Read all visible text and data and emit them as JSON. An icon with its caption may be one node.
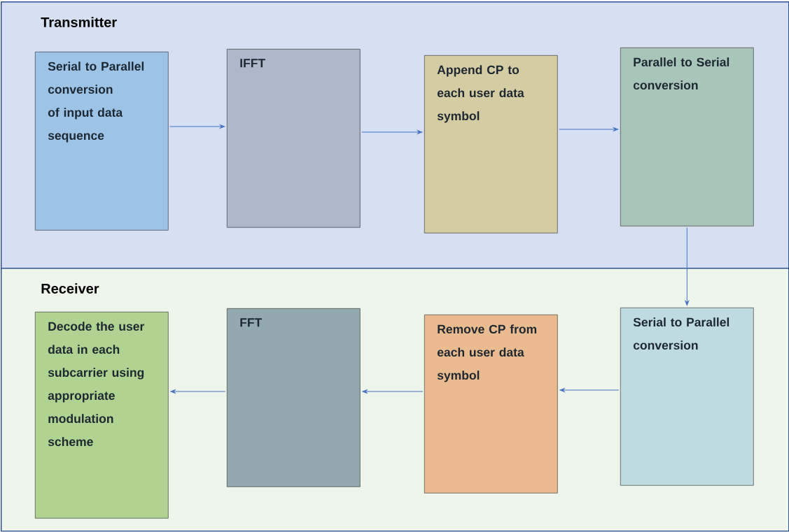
{
  "diagram": {
    "nodes": [
      {
        "text": [
          "Transmitter"
        ]
      },
      {
        "text": [
          "Serial to Parallel conversion of input data sequence"
        ],
        "in": 0
      },
      {
        "text": [
          "IFFT"
        ],
        "in": 0
      },
      {
        "text": [
          "Append CP to each user data symbol"
        ],
        "in": 0
      },
      {
        "text": [
          "Parallel to Serial conversion"
        ],
        "in": 0
      },
      {
        "text": [
          "Receiver"
        ]
      },
      {
        "text": [
          "Serial to Parallel conversion"
        ],
        "in": 5
      },
      {
        "text": [
          "Remove CP from each user data symbol"
        ],
        "in": 5
      },
      {
        "text": [
          "FFT"
        ],
        "in": 5
      },
      {
        "text": [
          "Decode the user data in each subcarrier using appropriate modulation scheme"
        ],
        "in": 5
      }
    ],
    "edges": [
      {
        "from": 1,
        "to": 2,
        "arrow": "to"
      },
      {
        "from": 2,
        "to": 3,
        "arrow": "to"
      },
      {
        "from": 3,
        "to": 4,
        "arrow": "to"
      },
      {
        "from": 4,
        "to": 6,
        "arrow": "to"
      },
      {
        "from": 6,
        "to": 7,
        "arrow": "to"
      },
      {
        "from": 7,
        "to": 8,
        "arrow": "to"
      },
      {
        "from": 8,
        "to": 9,
        "arrow": "to"
      }
    ]
  }
}
